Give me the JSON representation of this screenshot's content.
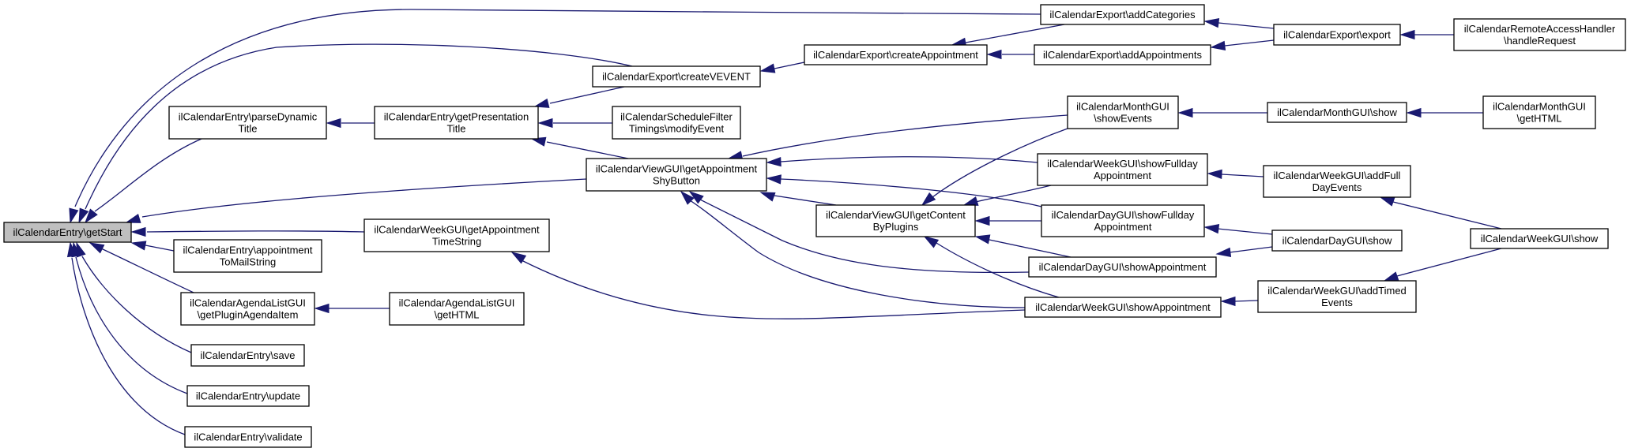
{
  "title": "Caller graph of ilCalendarEntry\\getStart",
  "colors": {
    "edge": "#191970",
    "root_fill": "#bfbfbf",
    "node_fill": "#ffffff",
    "border": "#000000"
  },
  "nodes": [
    {
      "id": "getStart",
      "lines": [
        "ilCalendarEntry\\getStart"
      ],
      "root": true
    },
    {
      "id": "parseDynamicTitle",
      "lines": [
        "ilCalendarEntry\\parseDynamic",
        "Title"
      ]
    },
    {
      "id": "getPresentationTitle",
      "lines": [
        "ilCalendarEntry\\getPresentation",
        "Title"
      ]
    },
    {
      "id": "createVEVENT",
      "lines": [
        "ilCalendarExport\\createVEVENT"
      ]
    },
    {
      "id": "modifyEvent",
      "lines": [
        "ilCalendarScheduleFilter",
        "Timings\\modifyEvent"
      ]
    },
    {
      "id": "shyButton",
      "lines": [
        "ilCalendarViewGUI\\getAppointment",
        "ShyButton"
      ]
    },
    {
      "id": "createAppointment",
      "lines": [
        "ilCalendarExport\\createAppointment"
      ]
    },
    {
      "id": "addCategories",
      "lines": [
        "ilCalendarExport\\addCategories"
      ]
    },
    {
      "id": "addAppointments",
      "lines": [
        "ilCalendarExport\\addAppointments"
      ]
    },
    {
      "id": "export",
      "lines": [
        "ilCalendarExport\\export"
      ]
    },
    {
      "id": "handleRequest",
      "lines": [
        "ilCalendarRemoteAccessHandler",
        "\\handleRequest"
      ]
    },
    {
      "id": "monthShowEvents",
      "lines": [
        "ilCalendarMonthGUI",
        "\\showEvents"
      ]
    },
    {
      "id": "monthShow",
      "lines": [
        "ilCalendarMonthGUI\\show"
      ]
    },
    {
      "id": "monthGetHTML",
      "lines": [
        "ilCalendarMonthGUI",
        "\\getHTML"
      ]
    },
    {
      "id": "weekShowFullday",
      "lines": [
        "ilCalendarWeekGUI\\showFullday",
        "Appointment"
      ]
    },
    {
      "id": "addFullDayEvents",
      "lines": [
        "ilCalendarWeekGUI\\addFull",
        "DayEvents"
      ]
    },
    {
      "id": "getContentByPlugins",
      "lines": [
        "ilCalendarViewGUI\\getContent",
        "ByPlugins"
      ]
    },
    {
      "id": "dayShowFullday",
      "lines": [
        "ilCalendarDayGUI\\showFullday",
        "Appointment"
      ]
    },
    {
      "id": "dayShow",
      "lines": [
        "ilCalendarDayGUI\\show"
      ]
    },
    {
      "id": "weekShow",
      "lines": [
        "ilCalendarWeekGUI\\show"
      ]
    },
    {
      "id": "dayShowAppointment",
      "lines": [
        "ilCalendarDayGUI\\showAppointment"
      ]
    },
    {
      "id": "weekShowAppointment",
      "lines": [
        "ilCalendarWeekGUI\\showAppointment"
      ]
    },
    {
      "id": "addTimedEvents",
      "lines": [
        "ilCalendarWeekGUI\\addTimed",
        "Events"
      ]
    },
    {
      "id": "getAppointmentTimeString",
      "lines": [
        "ilCalendarWeekGUI\\getAppointment",
        "TimeString"
      ]
    },
    {
      "id": "appointmentToMailString",
      "lines": [
        "ilCalendarEntry\\appointment",
        "ToMailString"
      ]
    },
    {
      "id": "getPluginAgendaItem",
      "lines": [
        "ilCalendarAgendaListGUI",
        "\\getPluginAgendaItem"
      ]
    },
    {
      "id": "agendaGetHTML",
      "lines": [
        "ilCalendarAgendaListGUI",
        "\\getHTML"
      ]
    },
    {
      "id": "save",
      "lines": [
        "ilCalendarEntry\\save"
      ]
    },
    {
      "id": "update",
      "lines": [
        "ilCalendarEntry\\update"
      ]
    },
    {
      "id": "validate",
      "lines": [
        "ilCalendarEntry\\validate"
      ]
    }
  ],
  "edges": [
    {
      "from": "addCategories",
      "to": "getStart"
    },
    {
      "from": "createVEVENT",
      "to": "getStart"
    },
    {
      "from": "parseDynamicTitle",
      "to": "getStart"
    },
    {
      "from": "shyButton",
      "to": "getStart"
    },
    {
      "from": "getAppointmentTimeString",
      "to": "getStart"
    },
    {
      "from": "appointmentToMailString",
      "to": "getStart"
    },
    {
      "from": "getPluginAgendaItem",
      "to": "getStart"
    },
    {
      "from": "save",
      "to": "getStart"
    },
    {
      "from": "update",
      "to": "getStart"
    },
    {
      "from": "validate",
      "to": "getStart"
    },
    {
      "from": "getPresentationTitle",
      "to": "parseDynamicTitle"
    },
    {
      "from": "createVEVENT",
      "to": "getPresentationTitle"
    },
    {
      "from": "modifyEvent",
      "to": "getPresentationTitle"
    },
    {
      "from": "shyButton",
      "to": "getPresentationTitle"
    },
    {
      "from": "createAppointment",
      "to": "createVEVENT"
    },
    {
      "from": "addCategories",
      "to": "createAppointment"
    },
    {
      "from": "addAppointments",
      "to": "createAppointment"
    },
    {
      "from": "export",
      "to": "addCategories"
    },
    {
      "from": "export",
      "to": "addAppointments"
    },
    {
      "from": "handleRequest",
      "to": "export"
    },
    {
      "from": "monthShowEvents",
      "to": "shyButton"
    },
    {
      "from": "weekShowFullday",
      "to": "shyButton"
    },
    {
      "from": "dayShowFullday",
      "to": "shyButton"
    },
    {
      "from": "getContentByPlugins",
      "to": "shyButton"
    },
    {
      "from": "dayShowAppointment",
      "to": "shyButton"
    },
    {
      "from": "weekShowAppointment",
      "to": "shyButton"
    },
    {
      "from": "monthShow",
      "to": "monthShowEvents"
    },
    {
      "from": "monthGetHTML",
      "to": "monthShow"
    },
    {
      "from": "monthShowEvents",
      "to": "getContentByPlugins"
    },
    {
      "from": "weekShowFullday",
      "to": "getContentByPlugins"
    },
    {
      "from": "dayShowFullday",
      "to": "getContentByPlugins"
    },
    {
      "from": "dayShowAppointment",
      "to": "getContentByPlugins"
    },
    {
      "from": "weekShowAppointment",
      "to": "getContentByPlugins"
    },
    {
      "from": "addFullDayEvents",
      "to": "weekShowFullday"
    },
    {
      "from": "weekShow",
      "to": "addFullDayEvents"
    },
    {
      "from": "dayShow",
      "to": "dayShowFullday"
    },
    {
      "from": "dayShow",
      "to": "dayShowAppointment"
    },
    {
      "from": "addTimedEvents",
      "to": "weekShowAppointment"
    },
    {
      "from": "weekShow",
      "to": "addTimedEvents"
    },
    {
      "from": "weekShowAppointment",
      "to": "getAppointmentTimeString"
    },
    {
      "from": "agendaGetHTML",
      "to": "getPluginAgendaItem"
    }
  ]
}
